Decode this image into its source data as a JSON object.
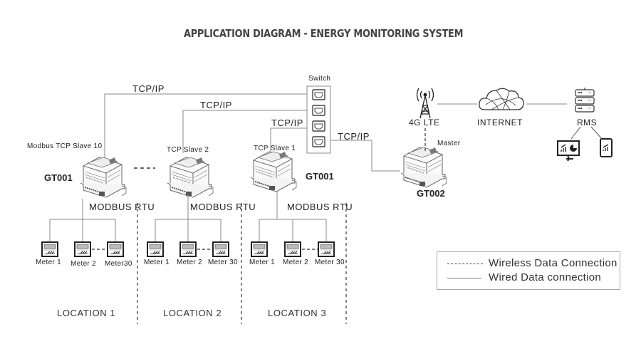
{
  "title": "APPLICATION DIAGRAM - ENERGY MONITORING SYSTEM",
  "switch": {
    "label": "Switch",
    "ports": 4
  },
  "links": {
    "tcp_ip": "TCP/IP",
    "modbus_rtu": "MODBUS RTU"
  },
  "gateways": [
    {
      "id": "gt001-slave10",
      "model": "GT001",
      "role": "Modbus TCP Slave 10"
    },
    {
      "id": "gt001-slave2",
      "model": "",
      "role": "TCP Slave 2"
    },
    {
      "id": "gt001-slave1",
      "model": "GT001",
      "role": "TCP Slave 1"
    },
    {
      "id": "gt002-master",
      "model": "GT002",
      "role": "Master"
    }
  ],
  "cloud": {
    "lte_label": "4G LTE",
    "internet_label": "INTERNET",
    "rms_label": "RMS"
  },
  "locations": [
    {
      "label": "LOCATION 1",
      "meters": [
        "Meter 1",
        "Meter 2",
        "Meter30"
      ]
    },
    {
      "label": "LOCATION 2",
      "meters": [
        "Meter 1",
        "Meter 2",
        "Meter 30"
      ]
    },
    {
      "label": "LOCATION 3",
      "meters": [
        "Meter 1",
        "Meter 2",
        "Meter 30"
      ]
    }
  ],
  "legend": {
    "wireless": "Wireless Data Connection",
    "wired": "Wired Data connection"
  }
}
